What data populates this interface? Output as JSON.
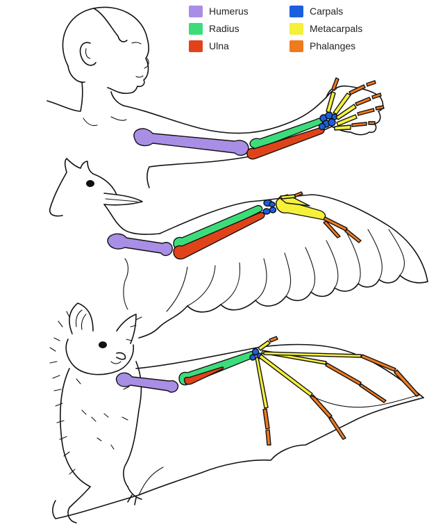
{
  "legend": [
    {
      "key": "humerus",
      "label": "Humerus",
      "color": "#a98ee6"
    },
    {
      "key": "radius",
      "label": "Radius",
      "color": "#3ddc7a"
    },
    {
      "key": "ulna",
      "label": "Ulna",
      "color": "#e0431a"
    },
    {
      "key": "carpals",
      "label": "Carpals",
      "color": "#1a5fe0"
    },
    {
      "key": "metacarpals",
      "label": "Metacarpals",
      "color": "#f5f03a"
    },
    {
      "key": "phalanges",
      "label": "Phalanges",
      "color": "#f07a1e"
    }
  ],
  "subjects": [
    "human-arm",
    "bird-wing",
    "bat-wing"
  ]
}
